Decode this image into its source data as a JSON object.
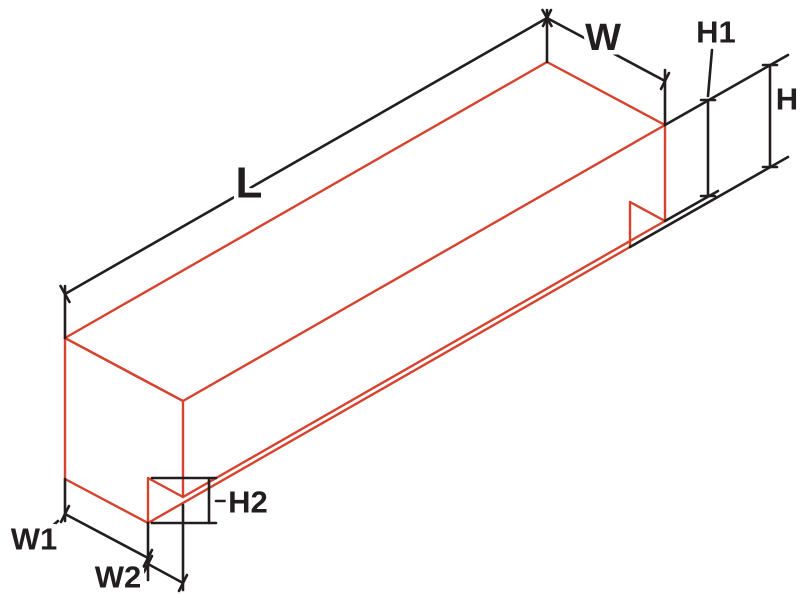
{
  "diagram": {
    "type": "isometric-dimension-drawing",
    "background": "#ffffff",
    "shape_color": "#d7422d",
    "dimension_color": "#221e1f",
    "labels": {
      "length": "L",
      "width": "W",
      "height": "H",
      "height_upper": "H1",
      "height_step": "H2",
      "width_base": "W1",
      "width_step": "W2"
    }
  }
}
